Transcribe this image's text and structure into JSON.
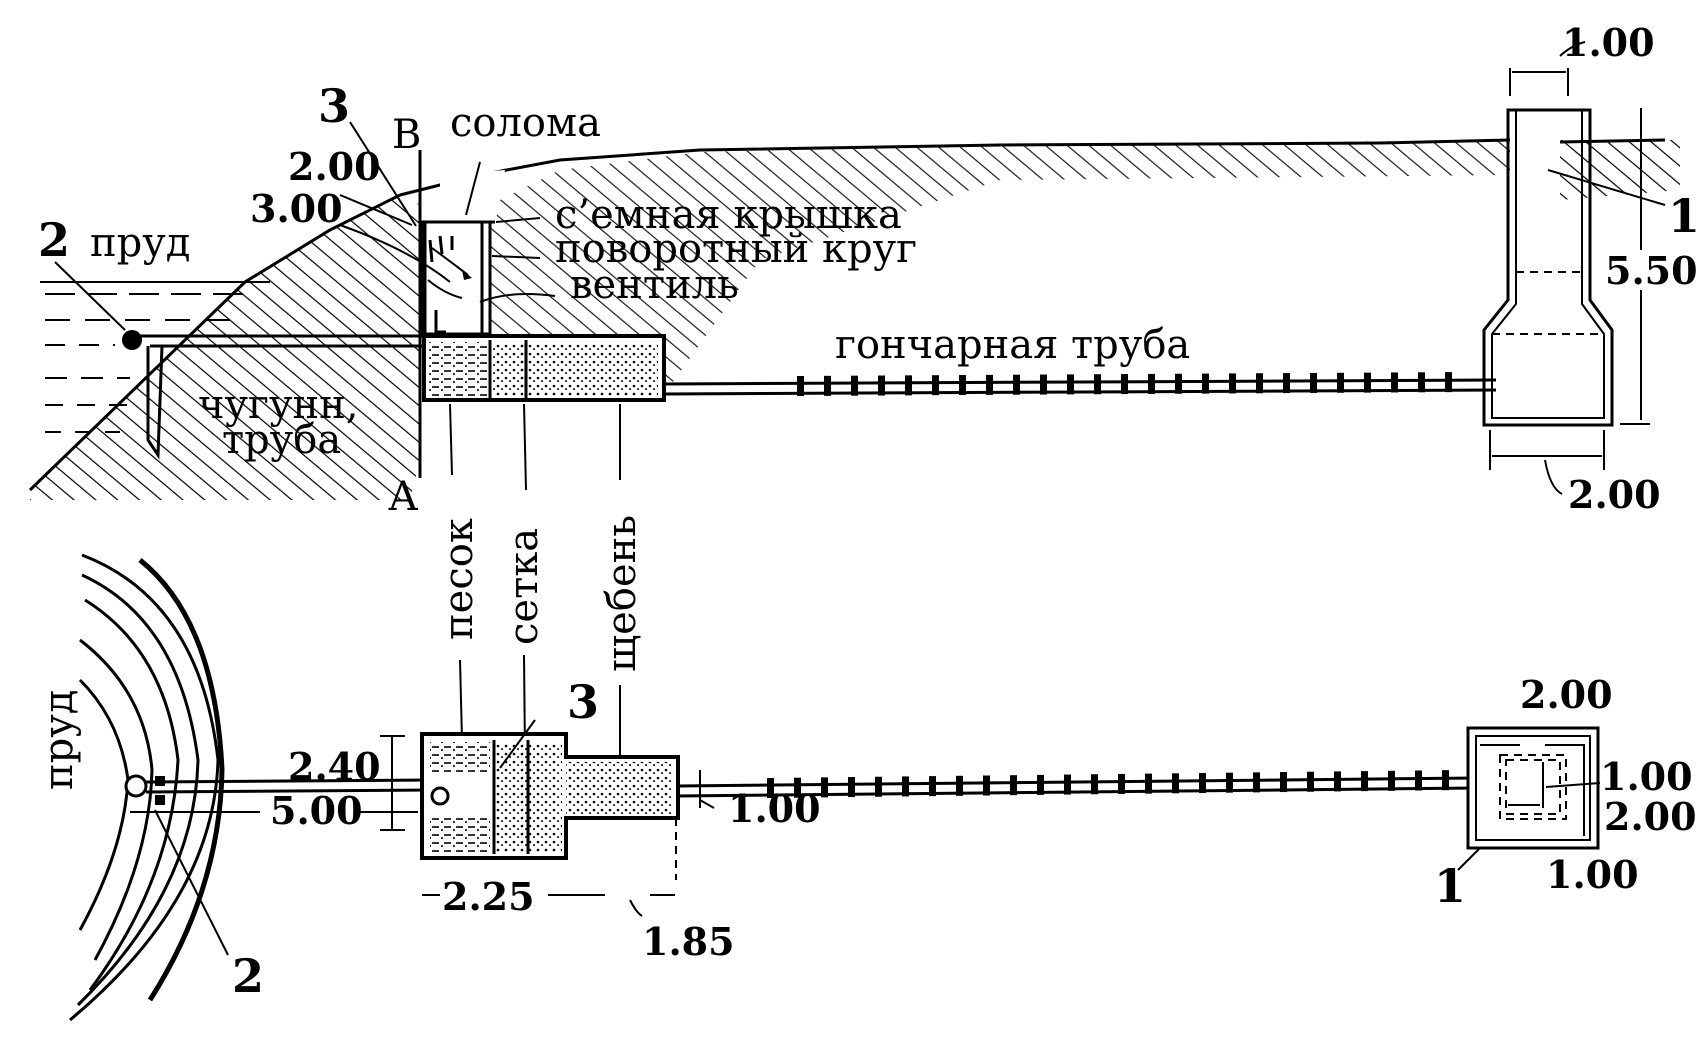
{
  "diagram": {
    "section_view": {
      "labels": {
        "pond": "пруд",
        "pond_marker": "2",
        "filter_marker": "3",
        "point_b": "В",
        "point_a": "А",
        "straw": "солома",
        "removable_lid": "с’емная крышка",
        "turning_wheel": "поворотный круг",
        "valve": "вентиль",
        "cast_iron_pipe_line1": "чугунн,",
        "cast_iron_pipe_line2": "труба",
        "clay_pipe": "гончарная труба",
        "well_marker": "1"
      },
      "dimensions": {
        "slope_upper": "2.00",
        "slope_lower": "3.00",
        "well_top_width": "1.00",
        "well_height": "5.50",
        "well_bottom_width": "2.00"
      }
    },
    "vertical_labels": {
      "sand": "песок",
      "mesh": "сетка",
      "gravel": "щебень"
    },
    "plan_view": {
      "labels": {
        "pond": "пруд",
        "pond_marker": "2",
        "filter_marker": "3",
        "well_marker": "1"
      },
      "dimensions": {
        "filter_height": "2.40",
        "pipe_length": "5.00",
        "chamber_length": "2.25",
        "gravel_length": "1.85",
        "pipe_offset": "1.00",
        "well_outer_width": "2.00",
        "well_inner_width": "1.00",
        "well_outer_height": "2.00",
        "well_inner_height": "1.00"
      }
    }
  }
}
